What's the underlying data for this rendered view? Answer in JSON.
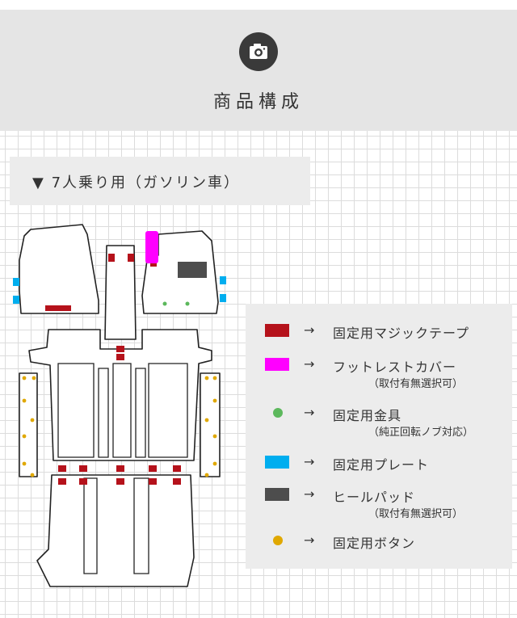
{
  "header": {
    "title": "商品構成",
    "icon": "camera-icon",
    "background_color": "#e5e5e5"
  },
  "variant": {
    "label": "▼ 7人乗り用（ガソリン車）"
  },
  "legend": {
    "arrow": "→",
    "items": [
      {
        "label": "固定用マジックテープ",
        "note": "",
        "swatch": "rect",
        "color": "#b5121b"
      },
      {
        "label": "フットレストカバー",
        "note": "（取付有無選択可）",
        "swatch": "rect",
        "color": "#ff00ff"
      },
      {
        "label": "固定用金具",
        "note": "（純正回転ノブ対応）",
        "swatch": "dot",
        "color": "#5cb85c"
      },
      {
        "label": "固定用プレート",
        "note": "",
        "swatch": "rect",
        "color": "#00aeef"
      },
      {
        "label": "ヒールパッド",
        "note": "（取付有無選択可）",
        "swatch": "rect",
        "color": "#4d4d4d"
      },
      {
        "label": "固定用ボタン",
        "note": "",
        "swatch": "dot",
        "color": "#e0a800"
      }
    ]
  }
}
